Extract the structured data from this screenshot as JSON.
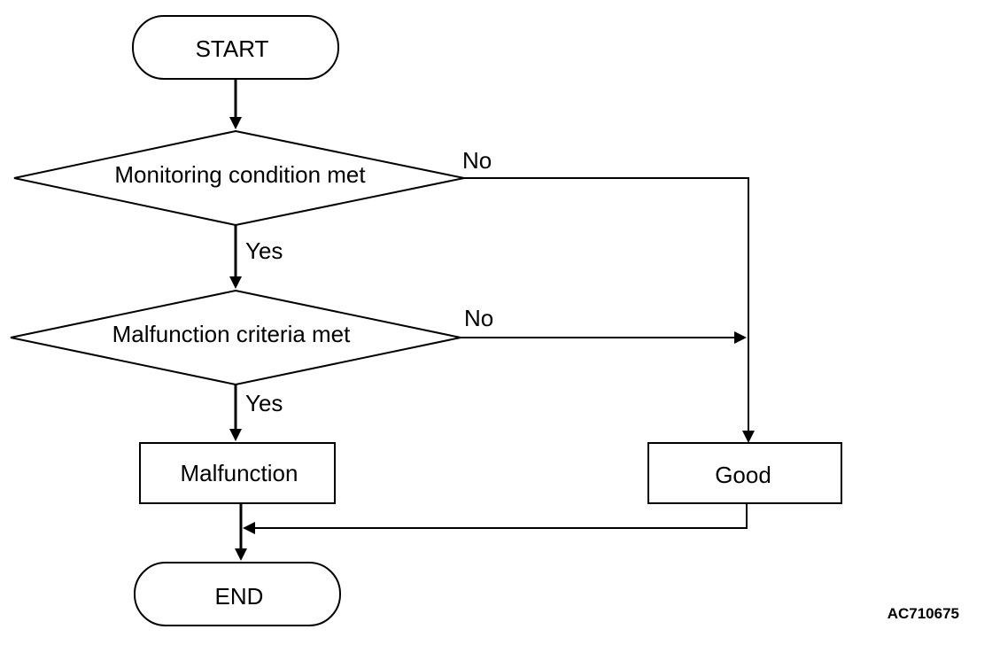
{
  "diagram": {
    "nodes": {
      "start": "START",
      "decision1": "Monitoring condition met",
      "decision2": "Malfunction criteria met",
      "malfunction": "Malfunction",
      "good": "Good",
      "end": "END"
    },
    "edge_labels": {
      "d1_no": "No",
      "d1_yes": "Yes",
      "d2_no": "No",
      "d2_yes": "Yes"
    },
    "figure_code": "AC710675"
  }
}
